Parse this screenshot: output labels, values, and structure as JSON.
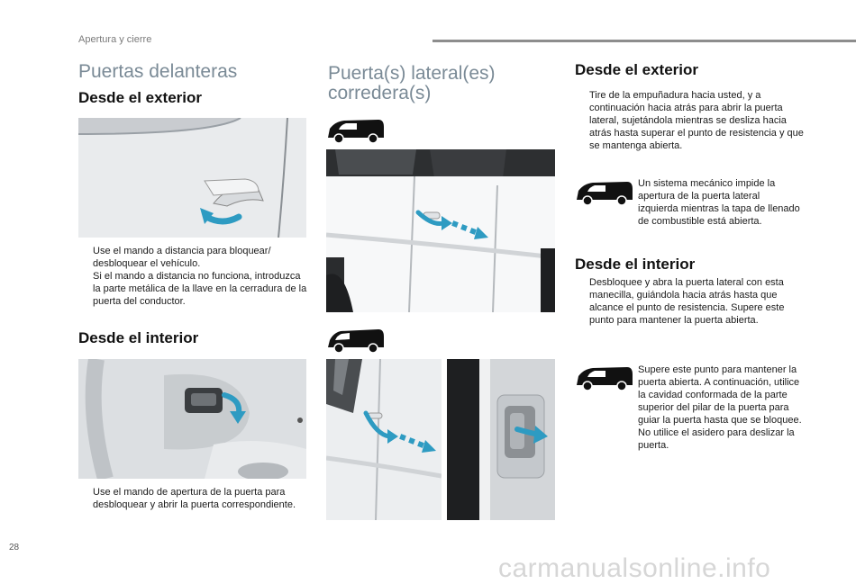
{
  "header": {
    "section": "Apertura y cierre"
  },
  "left": {
    "title": "Puertas delanteras",
    "exterior_heading": "Desde el exterior",
    "exterior_bullets": [
      "Use el mando a distancia para bloquear/ desbloquear el vehículo.",
      "Si el mando a distancia no funciona, introduzca la parte metálica de la llave en la cerradura de la puerta del conductor."
    ],
    "interior_heading": "Desde el interior",
    "interior_bullets": [
      "Use el mando de apertura de la puerta para desbloquear y abrir la puerta correspondiente."
    ]
  },
  "middle": {
    "title_line1": "Puerta(s) lateral(es)",
    "title_line2": "corredera(s)"
  },
  "right": {
    "exterior_heading": "Desde el exterior",
    "exterior_bullets": [
      "Tire de la empuñadura hacia usted, y a continuación hacia atrás para abrir la puerta lateral, sujetándola mientras se desliza hacia atrás hasta superar el punto de resistencia y que se mantenga abierta."
    ],
    "exterior_note": "Un sistema mecánico impide la apertura de la puerta lateral izquierda mientras la tapa de llenado de combustible está abierta.",
    "interior_heading": "Desde el interior",
    "interior_bullets": [
      "Desbloquee y abra la puerta lateral con esta manecilla, guiándola hacia atrás hasta que alcance el punto de resistencia. Supere este punto para mantener la puerta abierta."
    ],
    "interior_note_1": "Supere este punto para mantener la puerta abierta. A continuación, utilice la cavidad conformada de la parte superior del pilar de la puerta para guiar la puerta hasta que se bloquee.",
    "interior_note_2": "No utilice el asidero para deslizar la puerta."
  },
  "bullet_marker": "",
  "footer": {
    "page_number": "28",
    "watermark": "carmanualsonline.info"
  },
  "colors": {
    "accent_arrow": "#2e9bc2",
    "title_grey": "#7a8a96"
  }
}
